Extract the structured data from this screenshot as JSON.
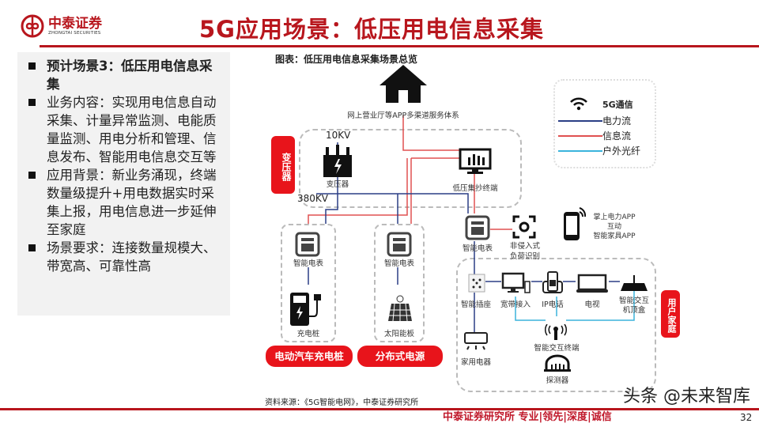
{
  "header": {
    "logo_cn": "中泰证券",
    "logo_en": "ZHONGTAI SECURITIES",
    "title": "5G应用场景：低压用电信息采集"
  },
  "left": {
    "items": [
      {
        "text": "预计场景3：低压用电信息采集",
        "bold": true
      },
      {
        "text": "业务内容：实现用电信息自动采集、计量异常监测、电能质量监测、用电分析和管理、信息发布、智能用电信息交互等"
      },
      {
        "text": "应用背景：新业务涌现，终端数量级提升+用电数据实时采集上报，用电信息进一步延伸至家庭"
      },
      {
        "text": "场景要求：连接数量规模大、带宽高、可靠性高"
      }
    ]
  },
  "diagram": {
    "title": "图表：低压用电信息采集场景总览",
    "house_caption": "网上营业厅等APP多渠道服务体系",
    "transformer_label": "变压器",
    "transformer_side": "变压器",
    "kv10": "10KV",
    "kv380": "380KV",
    "terminal": "低压集抄终端",
    "meter": "智能电表",
    "charger": "充电桩",
    "solar": "太阳能板",
    "ev_group": "电动汽车充电桩",
    "dist_group": "分布式电源",
    "nilm": [
      "非侵入式",
      "负荷识别"
    ],
    "app": [
      "掌上电力APP",
      "互动",
      "智能家具APP"
    ],
    "socket": "智能插座",
    "broadband": "宽带接入",
    "ipphone": "IP电话",
    "tv": "电视",
    "stb": [
      "智能交互",
      "机顶盒"
    ],
    "appliance": "家用电器",
    "hub": "智能交互终端",
    "detector": "探测器",
    "home_label": "用户家庭"
  },
  "legend": {
    "items": [
      {
        "label": "5G通信",
        "icon": "wifi-icon"
      },
      {
        "label": "电力流",
        "color": "#2b3f86"
      },
      {
        "label": "信息流",
        "color": "#e05050"
      },
      {
        "label": "户外光纤",
        "color": "#3bb4dc"
      }
    ]
  },
  "footer": {
    "source": "资料来源：《5G智能电网》，中泰证券研究所",
    "slogan": "中泰证券研究所 专业|领先|深度|诚信",
    "watermark": "头条 @未来智库",
    "page": "32"
  },
  "colors": {
    "brand": "#b8161d",
    "accent_red": "#e8141b"
  }
}
